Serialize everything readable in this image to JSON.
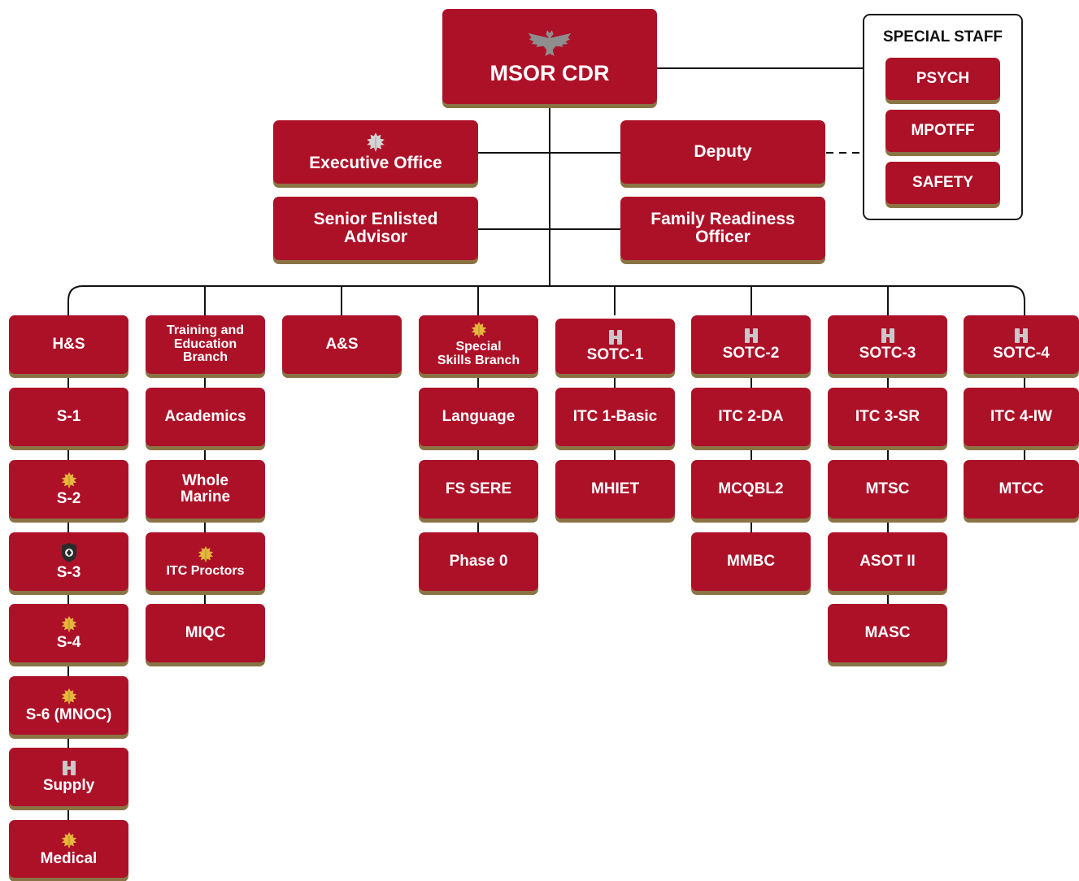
{
  "commander": {
    "label": "MSOR CDR",
    "insignia": "colonel-eagle-icon"
  },
  "command_group": {
    "executive_office": {
      "label": "Executive Office",
      "insignia": "silver-oak-leaf-icon"
    },
    "deputy": {
      "label": "Deputy"
    },
    "senior_enlisted_advisor": {
      "label": "Senior Enlisted\nAdvisor"
    },
    "family_readiness_officer": {
      "label": "Family Readiness\nOfficer"
    }
  },
  "special_staff": {
    "title": "SPECIAL STAFF",
    "items": [
      "PSYCH",
      "MPOTFF",
      "SAFETY"
    ]
  },
  "branches": {
    "hs": {
      "label": "H&S",
      "subunits": [
        "S-1",
        "S-2",
        "S-3",
        "S-4",
        "S-6 (MNOC)",
        "Supply",
        "Medical"
      ]
    },
    "teb": {
      "label": "Training and\nEducation\nBranch",
      "subunits": [
        "Academics",
        "Whole\nMarine",
        "ITC Proctors",
        "MIQC"
      ]
    },
    "as": {
      "label": "A&S"
    },
    "ssb": {
      "label": "Special\nSkills Branch",
      "subunits": [
        "Language",
        "FS SERE",
        "Phase 0"
      ]
    },
    "sotc1": {
      "label": "SOTC-1",
      "subunits": [
        "ITC 1-Basic",
        "MHIET"
      ]
    },
    "sotc2": {
      "label": "SOTC-2",
      "subunits": [
        "ITC 2-DA",
        "MCQBL2",
        "MMBC"
      ]
    },
    "sotc3": {
      "label": "SOTC-3",
      "subunits": [
        "ITC 3-SR",
        "MTSC",
        "ASOT II",
        "MASC"
      ]
    },
    "sotc4": {
      "label": "SOTC-4",
      "subunits": [
        "ITC 4-IW",
        "MTCC"
      ]
    }
  },
  "insignia_names": {
    "major": "gold-oak-leaf-icon",
    "captain": "captain-bars-icon",
    "unit_patch": "unit-patch-icon"
  },
  "colors": {
    "box_fill": "#ad1128",
    "box_shadow": "#8a7445",
    "line": "#111111",
    "text": "#ffffff"
  }
}
